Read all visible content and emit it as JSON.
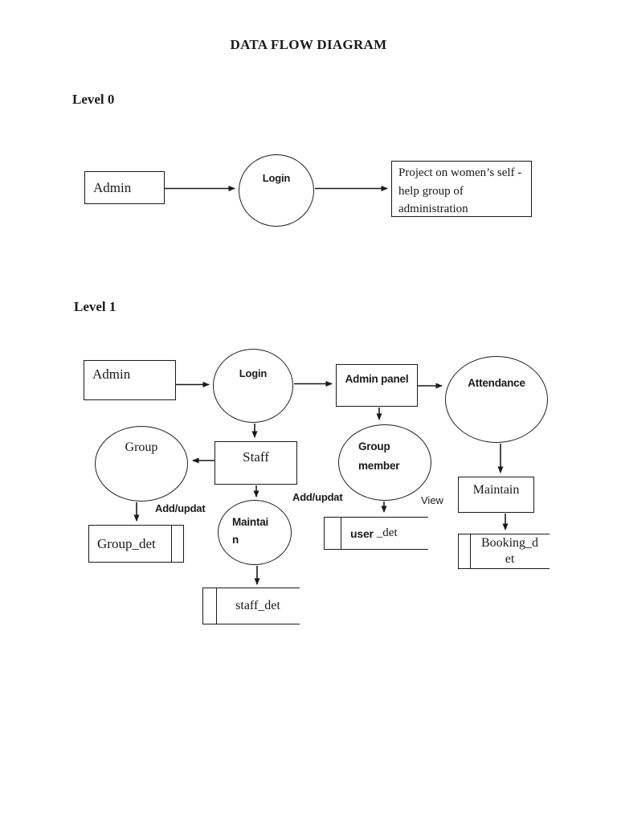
{
  "page": {
    "title": "DATA FLOW DIAGRAM"
  },
  "level0": {
    "heading": "Level 0",
    "admin": "Admin",
    "login": "Login",
    "project": "Project on women’s self - help group of administration"
  },
  "level1": {
    "heading": "Level 1",
    "admin": "Admin",
    "login": "Login",
    "admin_panel": "Admin panel",
    "attendance": "Attendance",
    "group": "Group",
    "staff": "Staff",
    "group_member": {
      "line1": "Group",
      "line2": "member"
    },
    "maintain_circle": {
      "line1": "Maintai",
      "line2": "n"
    },
    "maintain_box": "Maintain",
    "stores": {
      "group_det": "Group_det",
      "staff_det": "staff_det",
      "user_det": {
        "bold": "user",
        "serif": "_det"
      },
      "booking_det": {
        "line1": "Booking_d",
        "line2": "et"
      }
    },
    "labels": {
      "add_updat_group": "Add/updat",
      "add_updat_staff": "Add/updat",
      "view": "View"
    }
  }
}
